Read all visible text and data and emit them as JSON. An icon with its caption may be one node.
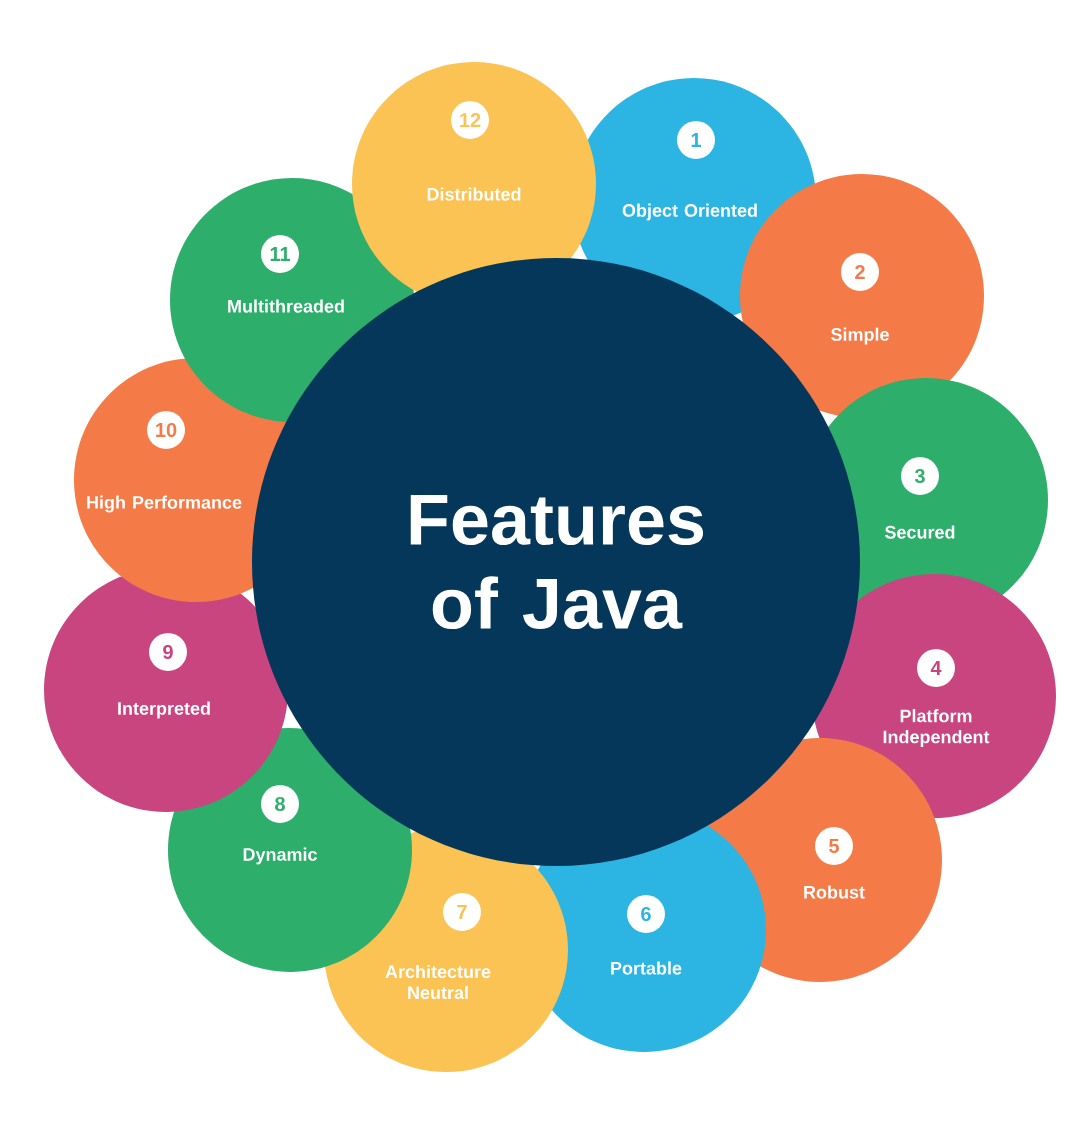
{
  "diagram": {
    "nodes": [
      {
        "text": [
          "Features of Java"
        ]
      },
      {
        "text": [
          "1",
          "Object Oriented"
        ]
      },
      {
        "text": [
          "2",
          "Simple"
        ]
      },
      {
        "text": [
          "3",
          "Secured"
        ]
      },
      {
        "text": [
          "4",
          "Platform Independent"
        ]
      },
      {
        "text": [
          "5",
          "Robust"
        ]
      },
      {
        "text": [
          "6",
          "Portable"
        ]
      },
      {
        "text": [
          "7",
          "Architecture Neutral"
        ]
      },
      {
        "text": [
          "8",
          "Dynamic"
        ]
      },
      {
        "text": [
          "9",
          "Interpreted"
        ]
      },
      {
        "text": [
          "10",
          "High Performance"
        ]
      },
      {
        "text": [
          "11",
          "Multithreaded"
        ]
      },
      {
        "text": [
          "12",
          "Distributed"
        ]
      }
    ]
  }
}
